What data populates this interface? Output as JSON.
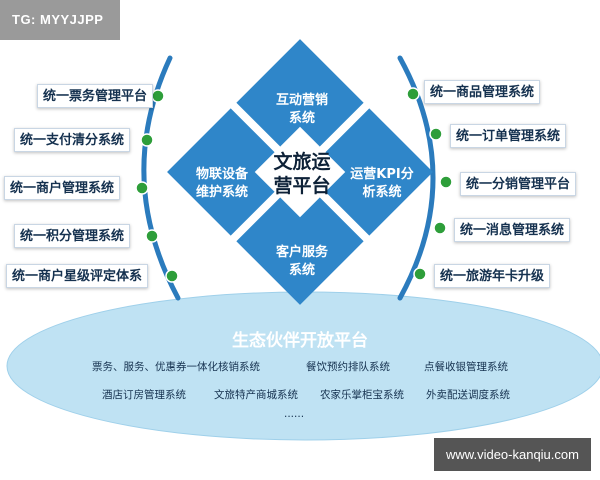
{
  "corner_tag": "TG: MYYJJPP",
  "watermark": "www.video-kanqiu.com",
  "colors": {
    "diamond_blue": "#2f86c9",
    "center_bg": "#ffffff",
    "ellipse": "#bfe2f3",
    "arc": "#2b7bbd",
    "node": "#2e9e3a"
  },
  "left_systems": [
    "统一票务管理平台",
    "统一支付清分系统",
    "统一商户管理系统",
    "统一积分管理系统",
    "统一商户星级评定体系"
  ],
  "right_systems": [
    "统一商品管理系统",
    "统一订单管理系统",
    "统一分销管理平台",
    "统一消息管理系统",
    "统一旅游年卡升级"
  ],
  "diamond": {
    "top": "互动营销\n系统",
    "left": "物联设备\n维护系统",
    "right": "运营KPI分\n析系统",
    "bottom": "客户服务\n系统",
    "center": "文旅运\n营平台"
  },
  "ecosystem": {
    "title": "生态伙伴开放平台",
    "rows": [
      [
        "票务、服务、优惠券一体化核销系统",
        "餐饮预约排队系统",
        "点餐收银管理系统"
      ],
      [
        "酒店订房管理系统",
        "文旅特产商城系统",
        "农家乐掌柜宝系统",
        "外卖配送调度系统"
      ],
      [
        "......"
      ]
    ]
  }
}
